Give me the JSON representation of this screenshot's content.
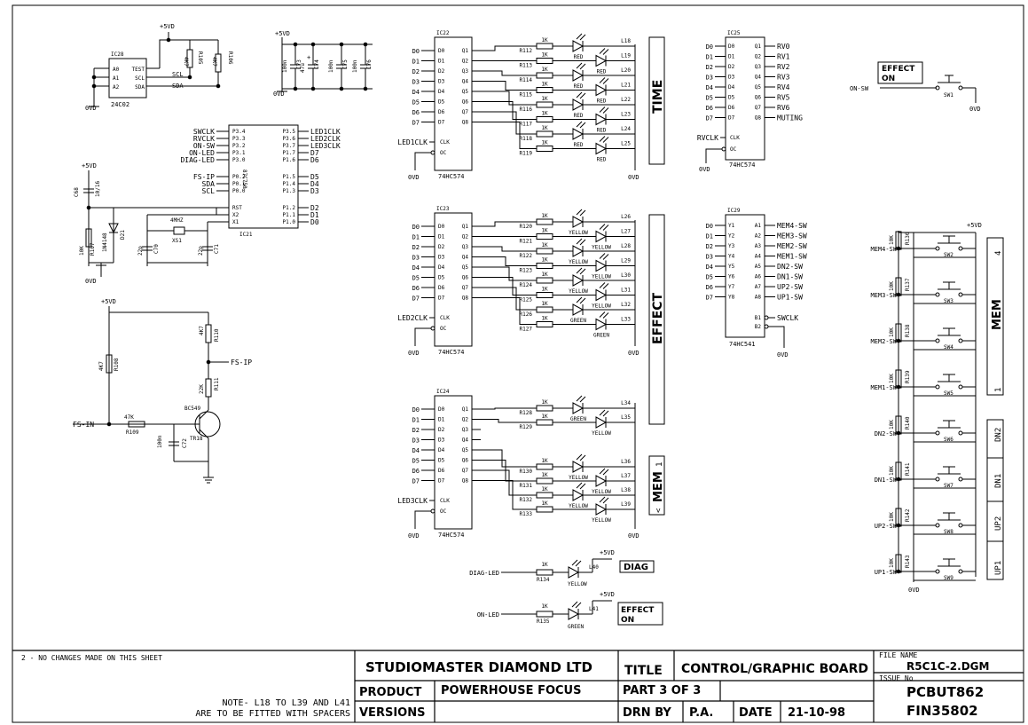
{
  "title_block": {
    "company": "STUDIOMASTER DIAMOND LTD",
    "title_label": "TITLE",
    "title": "CONTROL/GRAPHIC BOARD",
    "file_name_label": "FILE NAME",
    "file_name": "R5C1C-2.DGM",
    "product_label": "PRODUCT",
    "product": "POWERHOUSE FOCUS",
    "part": "PART 3 OF 3",
    "issue_label": "ISSUE No",
    "issue_1": "PCBUT862",
    "issue_2": "FIN35802",
    "versions_label": "VERSIONS",
    "drn_by_label": "DRN BY",
    "drn_by": "P.A.",
    "date_label": "DATE",
    "date": "21-10-98"
  },
  "notes": {
    "changes": "2 - NO CHANGES MADE ON THIS SHEET",
    "fit_note_1": "NOTE- L18 TO L39 AND L41",
    "fit_note_2": "ARE TO BE FITTED WITH SPACERS"
  },
  "power": {
    "vdd": "+5VD",
    "gnd": "0VD"
  },
  "ic28": {
    "ref": "IC28",
    "part": "24C02",
    "pins": [
      "A0",
      "A1",
      "A2",
      "TEST",
      "SCL",
      "SDA"
    ],
    "scl_net": "SCL",
    "sda_net": "SDA",
    "r_a": "R105",
    "r_b": "R106",
    "r_val": "4K7"
  },
  "caps_top": [
    "100n",
    "C73",
    "47u",
    "C74",
    "100n",
    "C75",
    "100n",
    "C76"
  ],
  "ic21": {
    "ref": "IC21",
    "part": "87C750",
    "left_nets": [
      "SWCLK",
      "RVCLK",
      "ON-SW",
      "ON-LED",
      "DIAG-LED",
      "FS-IP",
      "SDA",
      "SCL"
    ],
    "left_pins": [
      "P3.4",
      "P3.3",
      "P3.2",
      "P3.1",
      "P3.0",
      "P0.2",
      "P0.1",
      "P0.0",
      "RST",
      "X2",
      "X1"
    ],
    "right_pins": [
      "P3.5",
      "P3.6",
      "P3.7",
      "P1.7",
      "P1.6",
      "P1.5",
      "P1.4",
      "P1.3",
      "P1.2",
      "P1.1",
      "P1.0"
    ],
    "right_nets": [
      "LED1CLK",
      "LED2CLK",
      "LED3CLK",
      "D7",
      "D6",
      "D5",
      "D4",
      "D3",
      "D2",
      "D1",
      "D0"
    ]
  },
  "reset": {
    "cap": "C68",
    "cap_val": "10/16",
    "diode": "1N4148",
    "diode_ref": "D21",
    "res": "R107",
    "res_val": "10K",
    "xtal": "4MHZ",
    "xtal_ref": "XS1",
    "c_a": "C70",
    "c_b": "C71",
    "c_val": "22p"
  },
  "fs_circuit": {
    "input": "FS-IN",
    "output": "FS-IP",
    "r109": "R109",
    "r109_val": "47K",
    "r108": "R108",
    "r108_val": "4K7",
    "r110": "R110",
    "r110_val": "4K7",
    "r111": "R111",
    "r111_val": "22K",
    "c72": "C72",
    "c72_val": "100n",
    "transistor": "TR18",
    "transistor_part": "BC549"
  },
  "latches": [
    {
      "ref": "IC22",
      "part": "74HC574",
      "clk": "LED1CLK",
      "resistors": [
        "R112",
        "R113",
        "R114",
        "R115",
        "R116",
        "R117",
        "R118",
        "R119"
      ],
      "leds": [
        "L18",
        "L19",
        "L20",
        "L21",
        "L22",
        "L23",
        "L24",
        "L25"
      ],
      "colours": [
        "RED",
        "RED",
        "RED",
        "RED",
        "RED",
        "RED",
        "RED",
        "RED"
      ]
    },
    {
      "ref": "IC23",
      "part": "74HC574",
      "clk": "LED2CLK",
      "resistors": [
        "R120",
        "R121",
        "R122",
        "R123",
        "R124",
        "R125",
        "R126",
        "R127"
      ],
      "leds": [
        "L26",
        "L27",
        "L28",
        "L29",
        "L30",
        "L31",
        "L32",
        "L33"
      ],
      "colours": [
        "YELLOW",
        "YELLOW",
        "YELLOW",
        "YELLOW",
        "YELLOW",
        "YELLOW",
        "GREEN",
        "GREEN"
      ]
    },
    {
      "ref": "IC24",
      "part": "74HC574",
      "clk": "LED3CLK",
      "resistors": [
        "R128",
        "R129",
        "R130",
        "R131",
        "R132",
        "R133"
      ],
      "leds": [
        "L34",
        "L35",
        "L36",
        "L37",
        "L38",
        "L39"
      ],
      "colours": [
        "GREEN",
        "YELLOW",
        "YELLOW",
        "YELLOW",
        "YELLOW",
        "YELLOW"
      ]
    }
  ],
  "res_val": "1K",
  "latch_pins": {
    "d": [
      "D0",
      "D1",
      "D2",
      "D3",
      "D4",
      "D5",
      "D6",
      "D7"
    ],
    "q": [
      "Q1",
      "Q2",
      "Q3",
      "Q4",
      "Q5",
      "Q6",
      "Q7",
      "Q8"
    ],
    "clk": "CLK",
    "oc": "OC"
  },
  "panels": {
    "time": "TIME",
    "effect": "EFFECT",
    "mem": "MEM",
    "mem_dir": "1",
    "mem_arrow": "<"
  },
  "ic25": {
    "ref": "IC25",
    "part": "74HC574",
    "clk": "RVCLK",
    "outs": [
      "RV0",
      "RV1",
      "RV2",
      "RV3",
      "RV4",
      "RV5",
      "RV6",
      "MUTING"
    ]
  },
  "ic29": {
    "ref": "IC29",
    "part": "74HC541",
    "ins": [
      "Y1",
      "Y2",
      "Y3",
      "Y4",
      "Y5",
      "Y6",
      "Y7",
      "Y8"
    ],
    "a_pins": [
      "A1",
      "A2",
      "A3",
      "A4",
      "A5",
      "A6",
      "A7",
      "A8"
    ],
    "b_pins": [
      "B1",
      "B2"
    ],
    "outs": [
      "MEM4-SW",
      "MEM3-SW",
      "MEM2-SW",
      "MEM1-SW",
      "DN2-SW",
      "DN1-SW",
      "UP2-SW",
      "UP1-SW"
    ],
    "swclk": "SWCLK"
  },
  "effect_on": {
    "label_1": "EFFECT",
    "label_2": "ON",
    "net": "ON-SW",
    "sw": "SW1"
  },
  "switches": {
    "nets": [
      "MEM4-SW",
      "MEM3-SW",
      "MEM2-SW",
      "MEM1-SW",
      "DN2-SW",
      "DN1-SW",
      "UP2-SW",
      "UP1-SW"
    ],
    "refs": [
      "SW2",
      "SW3",
      "SW4",
      "SW5",
      "SW6",
      "SW7",
      "SW8",
      "SW9"
    ],
    "resistors": [
      "R136",
      "R137",
      "R138",
      "R139",
      "R140",
      "R141",
      "R142",
      "R143"
    ],
    "res_val": "10K",
    "mem_panel": "MEM",
    "mem_top": "4",
    "mem_bottom": "1",
    "panel_dn2": "DN2",
    "panel_dn1": "DN1",
    "panel_up2": "UP2",
    "panel_up1": "UP1"
  },
  "diag": {
    "net": "DIAG-LED",
    "res": "R134",
    "led": "L40",
    "colour": "YELLOW",
    "label": "DIAG"
  },
  "on_led": {
    "net": "ON-LED",
    "res": "R135",
    "led": "L41",
    "colour": "GREEN",
    "label_1": "EFFECT",
    "label_2": "ON"
  }
}
